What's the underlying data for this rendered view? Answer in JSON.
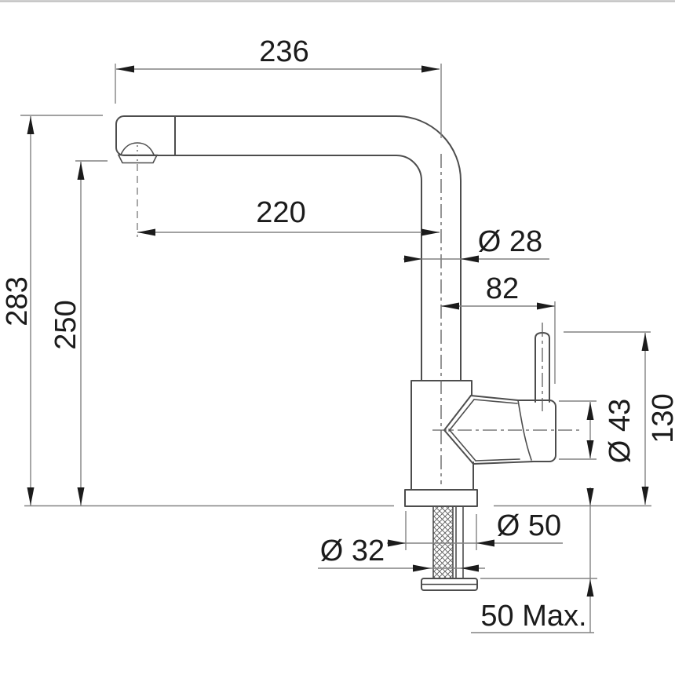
{
  "page": {
    "background": "#ffffff",
    "top_border_color": "#c2c2c2"
  },
  "drawing": {
    "line_colors": {
      "object_outline": "#4d4d4d",
      "dimension_lines": "#828282",
      "centerlines": "#5f5f5f",
      "arrows_and_text": "#1b1b1b"
    },
    "labels": {
      "spout_reach_overall": "236",
      "spout_reach_inner": "220",
      "overall_height": "283",
      "outlet_height": "250",
      "spout_pipe_diameter": "Ø 28",
      "handle_offset": "82",
      "handle_height": "130",
      "handle_body_diameter": "Ø 43",
      "base_diameter": "Ø 50",
      "shank_diameter": "Ø 32",
      "max_counter_thickness": "50 Max."
    }
  }
}
